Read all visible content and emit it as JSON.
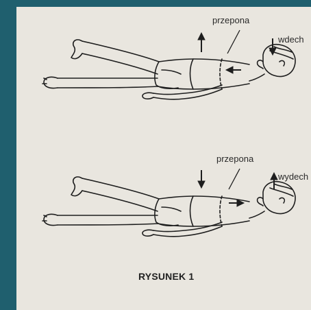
{
  "figure": {
    "top_panel": {
      "diaphragm_label": "przepona",
      "breath_label": "wdech"
    },
    "bottom_panel": {
      "diaphragm_label": "przepona",
      "breath_label": "wydech"
    },
    "caption": "RYSUNEK 1"
  }
}
